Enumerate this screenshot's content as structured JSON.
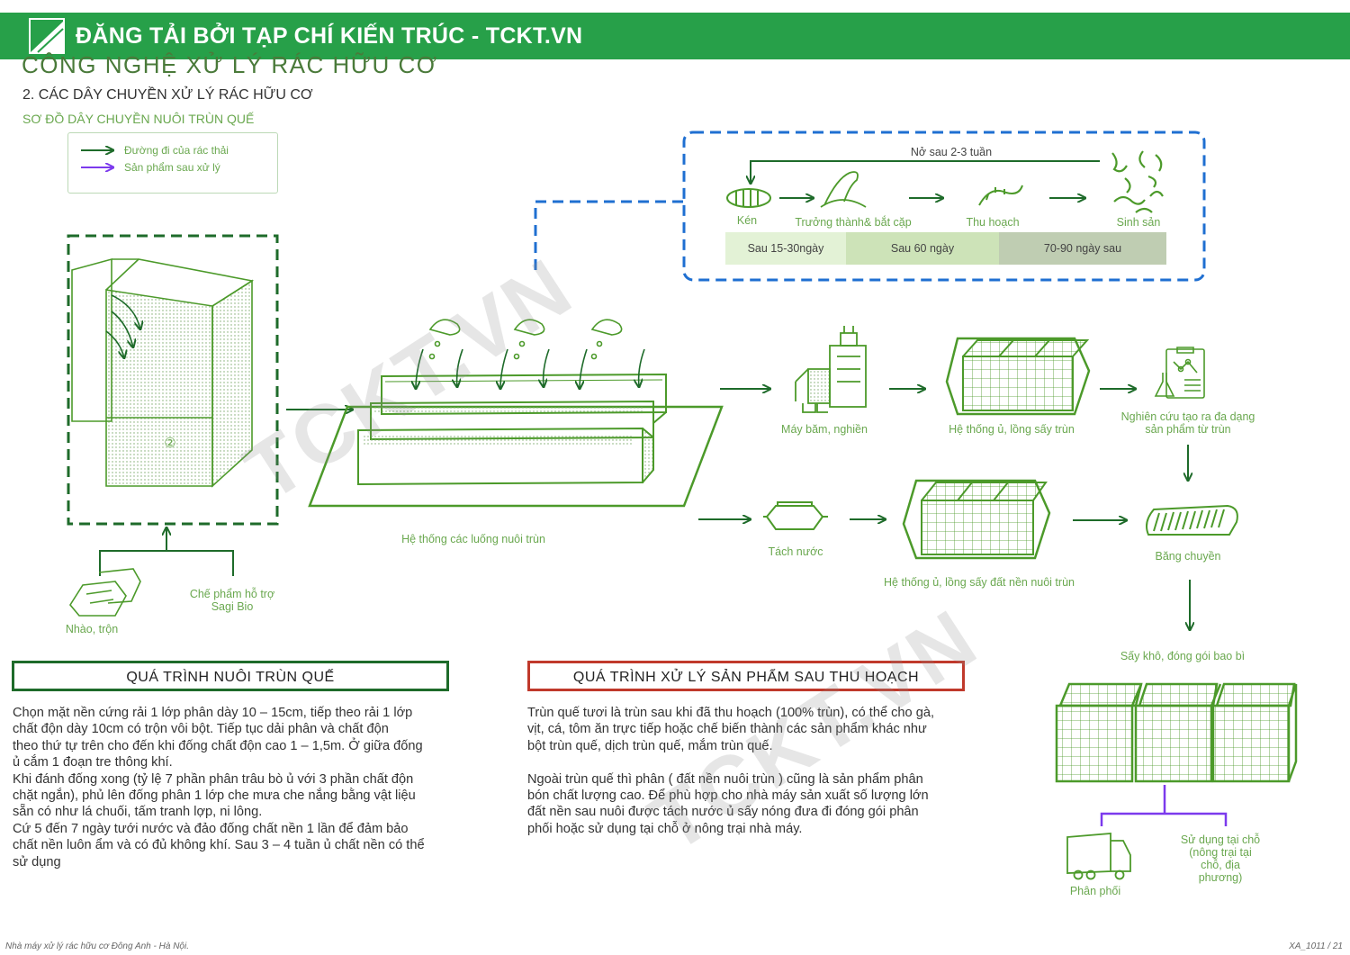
{
  "banner": {
    "text": "ĐĂNG TẢI BỞI TẠP CHÍ KIẾN TRÚC - TCKT.VN"
  },
  "section_title": "CÔNG NGHỆ XỬ LÝ RÁC HỮU CƠ",
  "subtitle": "2. CÁC DÂY CHUYỀN XỬ LÝ RÁC HỮU CƠ",
  "diagram_title": "SƠ ĐỒ DÂY CHUYỀN NUÔI TRÙN QUẾ",
  "legend": {
    "items": [
      {
        "label": "Đường đi của rác thải",
        "color": "#1e6b2a"
      },
      {
        "label": "Sản phẩm sau xử lý",
        "color": "#7c3aed"
      }
    ]
  },
  "lifecycle": {
    "hatch_note": "Nở sau 2-3 tuần",
    "stages": [
      "Kén",
      "Trưởng thành& bắt cặp",
      "Thu hoạch",
      "Sinh sản"
    ],
    "bands": [
      "Sau 15-30ngày",
      "Sau 60 ngày",
      "70-90 ngày sau"
    ]
  },
  "labels": {
    "circle_number": "②",
    "mixing": "Nhào, trộn",
    "bio_product": "Chế phẩm hỗ trợ\nSagi Bio",
    "beds": "Hệ thống các luống nuôi trùn",
    "grinder": "Máy băm, nghiền",
    "incubator": "Hệ thống ủ, lồng sấy trùn",
    "research": "Nghiên cứu tạo ra đa dạng\nsản phẩm từ trùn",
    "separator": "Tách nước",
    "soil_incubator": "Hệ thống ủ, lồng sấy đất nền nuôi trùn",
    "conveyor": "Băng chuyền",
    "packing": "Sấy khô, đóng gói bao bì",
    "distribution": "Phân phối",
    "local_use": "Sử dụng tại chỗ\n(nông trại tại\nchỗ, địa\nphương)"
  },
  "process_left": {
    "title": "QUÁ TRÌNH NUÔI TRÙN QUẾ",
    "text": "Chọn mặt nền cứng rải 1 lớp phân dày 10 – 15cm, tiếp theo rải 1 lớp\nchất độn dày 10cm có trộn vôi bột. Tiếp tục dải phân và chất độn\ntheo thứ tự trên cho đến khi đống chất độn cao 1 – 1,5m. Ở giữa đống\nủ cắm 1 đoạn tre thông khí.\nKhi đánh đống xong (tỷ lệ 7 phần phân trâu bò ủ với 3 phần chất độn\nchặt ngắn), phủ lên đống phân 1 lớp che mưa che nắng bằng vật liệu\nsẵn có như lá chuối, tấm tranh lợp, ni lông.\nCứ 5 đến 7 ngày tưới nước và đảo đống chất nền 1 lần để đảm bảo\nchất nền luôn ẩm và có đủ không khí. Sau 3 – 4 tuần ủ chất nền có thể\nsử dụng"
  },
  "process_right": {
    "title": "QUÁ TRÌNH XỬ LÝ SẢN PHẨM SAU THU HOẠCH",
    "text": "Trùn quế tươi là trùn sau khi đã thu hoạch (100% trùn), có thể cho gà,\nvịt, cá, tôm ăn trực tiếp hoặc chế biến thành các sản phẩm khác như\nbột trùn quế, dịch trùn quế, mắm trùn quế.\n\nNgoài trùn quế thì phân ( đất nền nuôi trùn ) cũng là sản phẩm phân\nbón chất lượng cao. Để phù hợp cho nhà máy sản xuất số lượng lớn\nđất nền sau nuôi được tách nước ủ sấy nóng đưa đi đóng gói phân\nphối hoặc sử dụng tại chỗ ở nông trại nhà máy."
  },
  "footer": {
    "left": "Nhà máy xử lý rác hữu cơ Đông Anh - Hà Nội.",
    "right": "XA_1011 / 21"
  },
  "watermark": "TCKT.VN",
  "colors": {
    "banner": "#27a049",
    "green": "#4c9a2a",
    "dark_green": "#1e6b2a",
    "blue_dash": "#1f6fd1",
    "purple": "#7c3aed",
    "red_box": "#c0392b"
  }
}
